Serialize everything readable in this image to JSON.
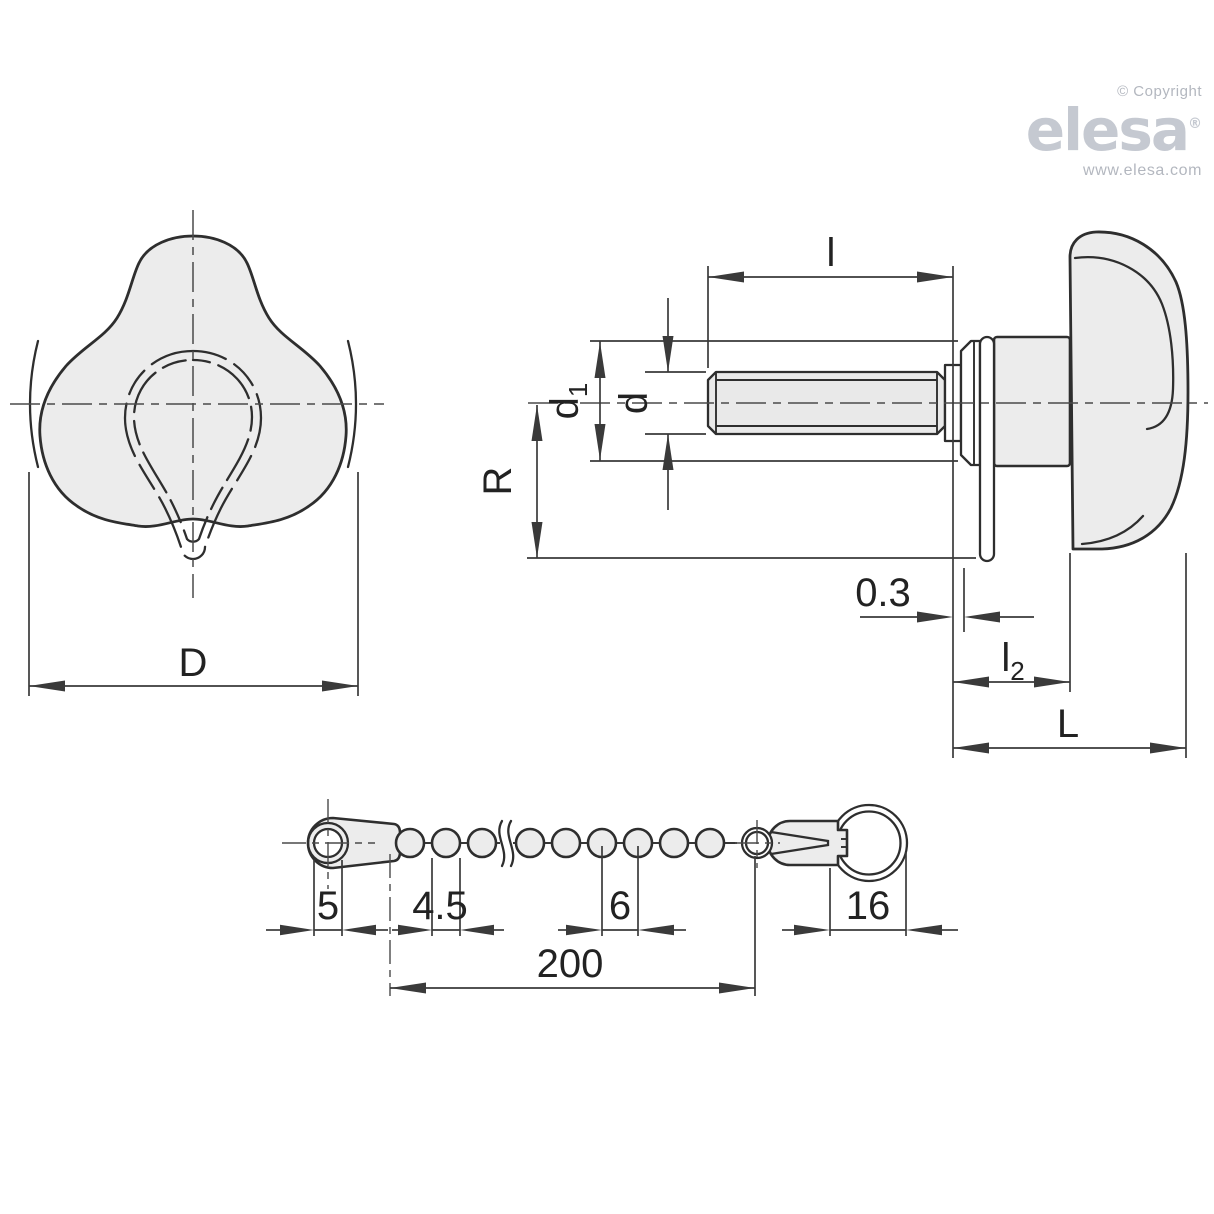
{
  "branding": {
    "copyright": "© Copyright",
    "logo_text": "elesa",
    "registered_mark": "®",
    "website": "www.elesa.com"
  },
  "colors": {
    "background": "#ffffff",
    "line": "#2e2e2e",
    "dim_line": "#3a3a3a",
    "centerline": "#4a4a4a",
    "part_fill": "#ececec",
    "thread_fill": "#e9e9e9",
    "label": "#222222",
    "logo_gray": "#c5c9d1",
    "logo_small_gray": "#b3b7bf"
  },
  "front_view": {
    "description": "three-lobe knob front view",
    "dims": {
      "D": "D"
    }
  },
  "side_view": {
    "description": "knob side view with threaded stud, washers and retaining plate",
    "dims": {
      "l": "l",
      "d1_base": "d",
      "d1_sub": "1",
      "d": "d",
      "R": "R",
      "washer_thickness": "0.3",
      "l2_base": "l",
      "l2_sub": "2",
      "L": "L"
    }
  },
  "chain_view": {
    "description": "ball chain with eyelet tag, coupling and ring",
    "dims": {
      "eyelet_hole": "5",
      "ball_pitch_small": "4.5",
      "ball_pitch": "6",
      "ring_diameter": "16",
      "chain_length": "200"
    }
  }
}
